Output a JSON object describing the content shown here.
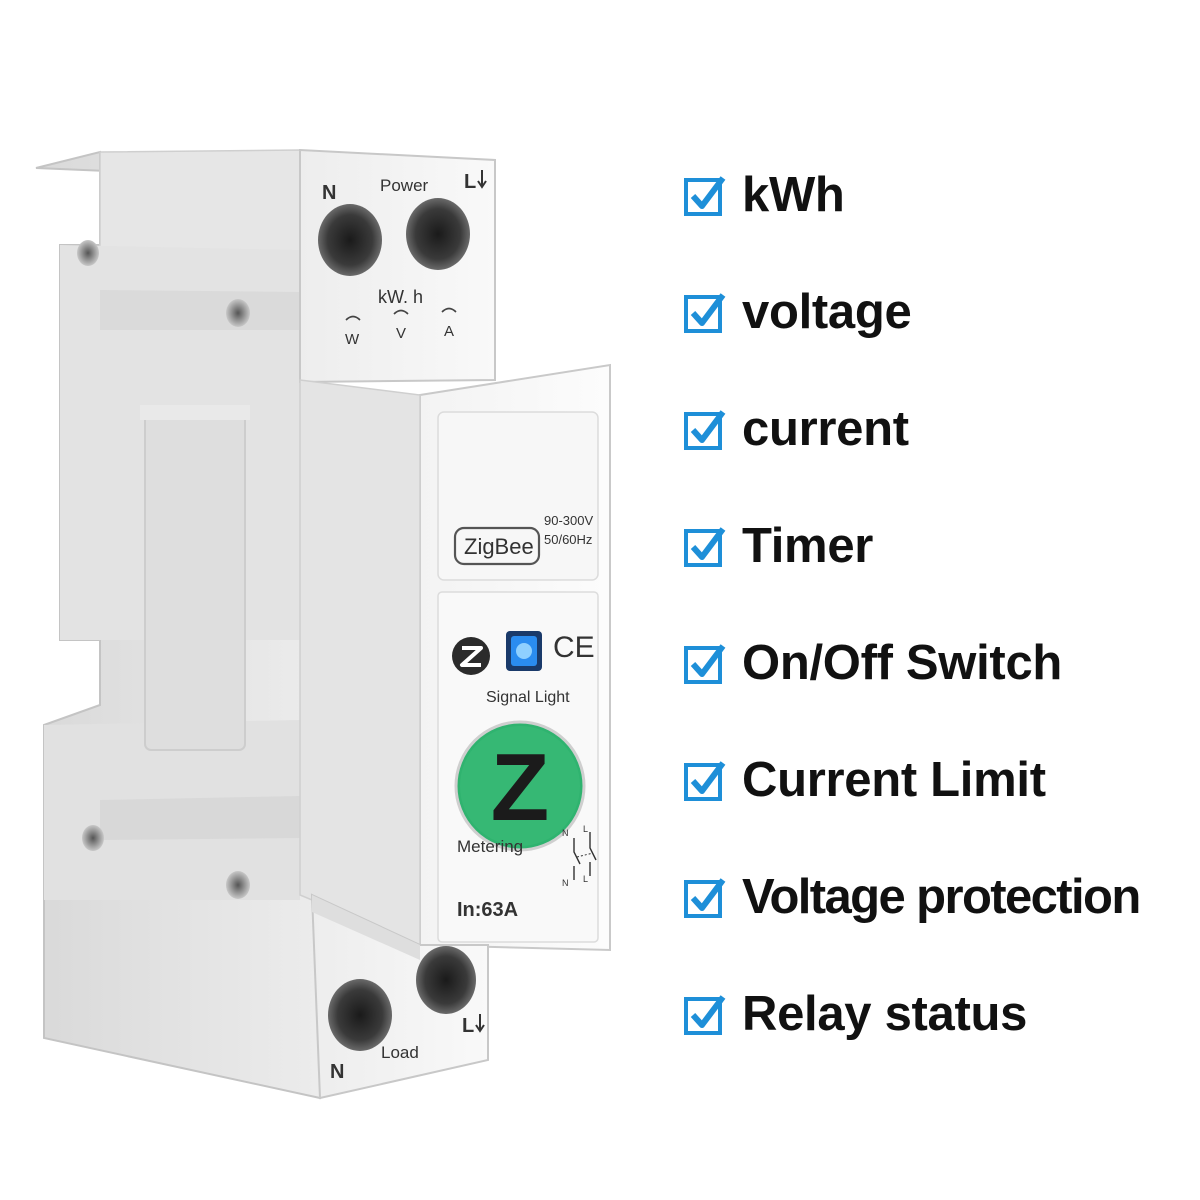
{
  "device": {
    "top_terminal_n": "N",
    "top_power_label": "Power",
    "top_terminal_l": "L",
    "kwh_label": "kW. h",
    "unit_w": "W",
    "unit_v": "V",
    "unit_a": "A",
    "zigbee_badge": "ZigBee",
    "voltage_range": "90-300V",
    "frequency": "50/60Hz",
    "ce_mark": "CE",
    "signal_light_label": "Signal Light",
    "button_letter": "Z",
    "metering_label": "Metering",
    "rating_label": "In:63A",
    "diagram_n_top": "N",
    "diagram_l_top": "L",
    "diagram_n_bottom": "N",
    "diagram_l_bottom": "L",
    "bottom_terminal_n": "N",
    "bottom_load_label": "Load",
    "bottom_terminal_l": "L"
  },
  "features": [
    "kWh",
    "voltage",
    "current",
    "Timer",
    "On/Off Switch",
    "Current Limit",
    "Voltage protection",
    "Relay status"
  ],
  "colors": {
    "checkbox": "#1e8fd8",
    "button_green": "#2fb36f",
    "signal_blue": "#2a8cf0",
    "text": "#111111"
  },
  "icons": {
    "checkbox": "checkbox-checked-icon",
    "zigbee_logo": "zigbee-logo-icon",
    "ce": "ce-mark-icon"
  }
}
